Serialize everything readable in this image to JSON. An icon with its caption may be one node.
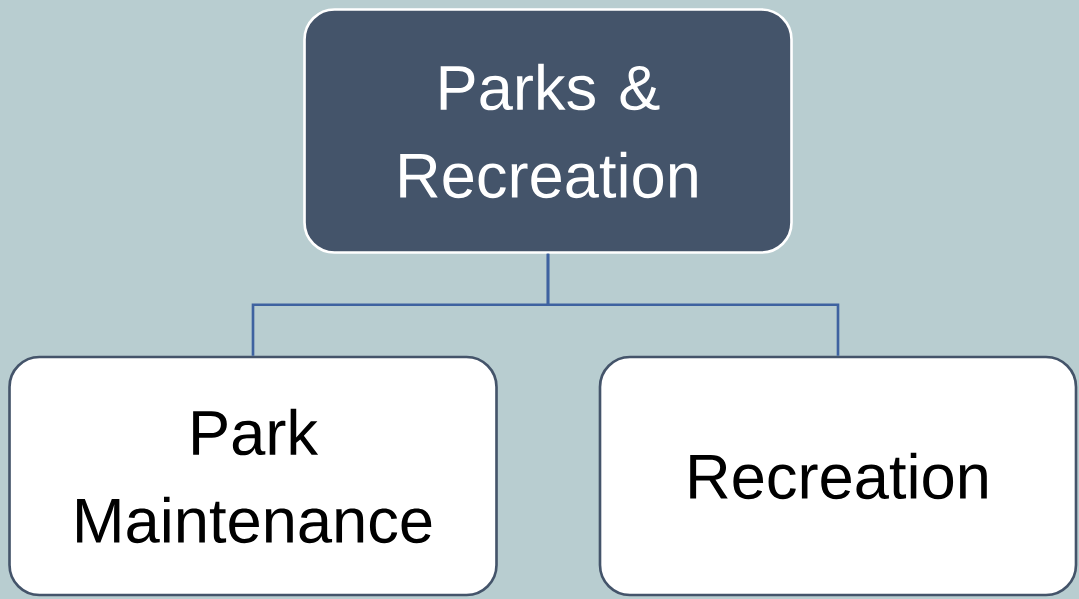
{
  "diagram": {
    "nodes": [
      {
        "text": [
          "Parks & Recreation"
        ]
      },
      {
        "text": [
          "Park Maintenance"
        ]
      },
      {
        "text": [
          "Recreation"
        ]
      }
    ],
    "edges": [
      {
        "from": 0,
        "to": 1,
        "arrow": "none"
      },
      {
        "from": 0,
        "to": 2,
        "arrow": "none"
      }
    ]
  }
}
